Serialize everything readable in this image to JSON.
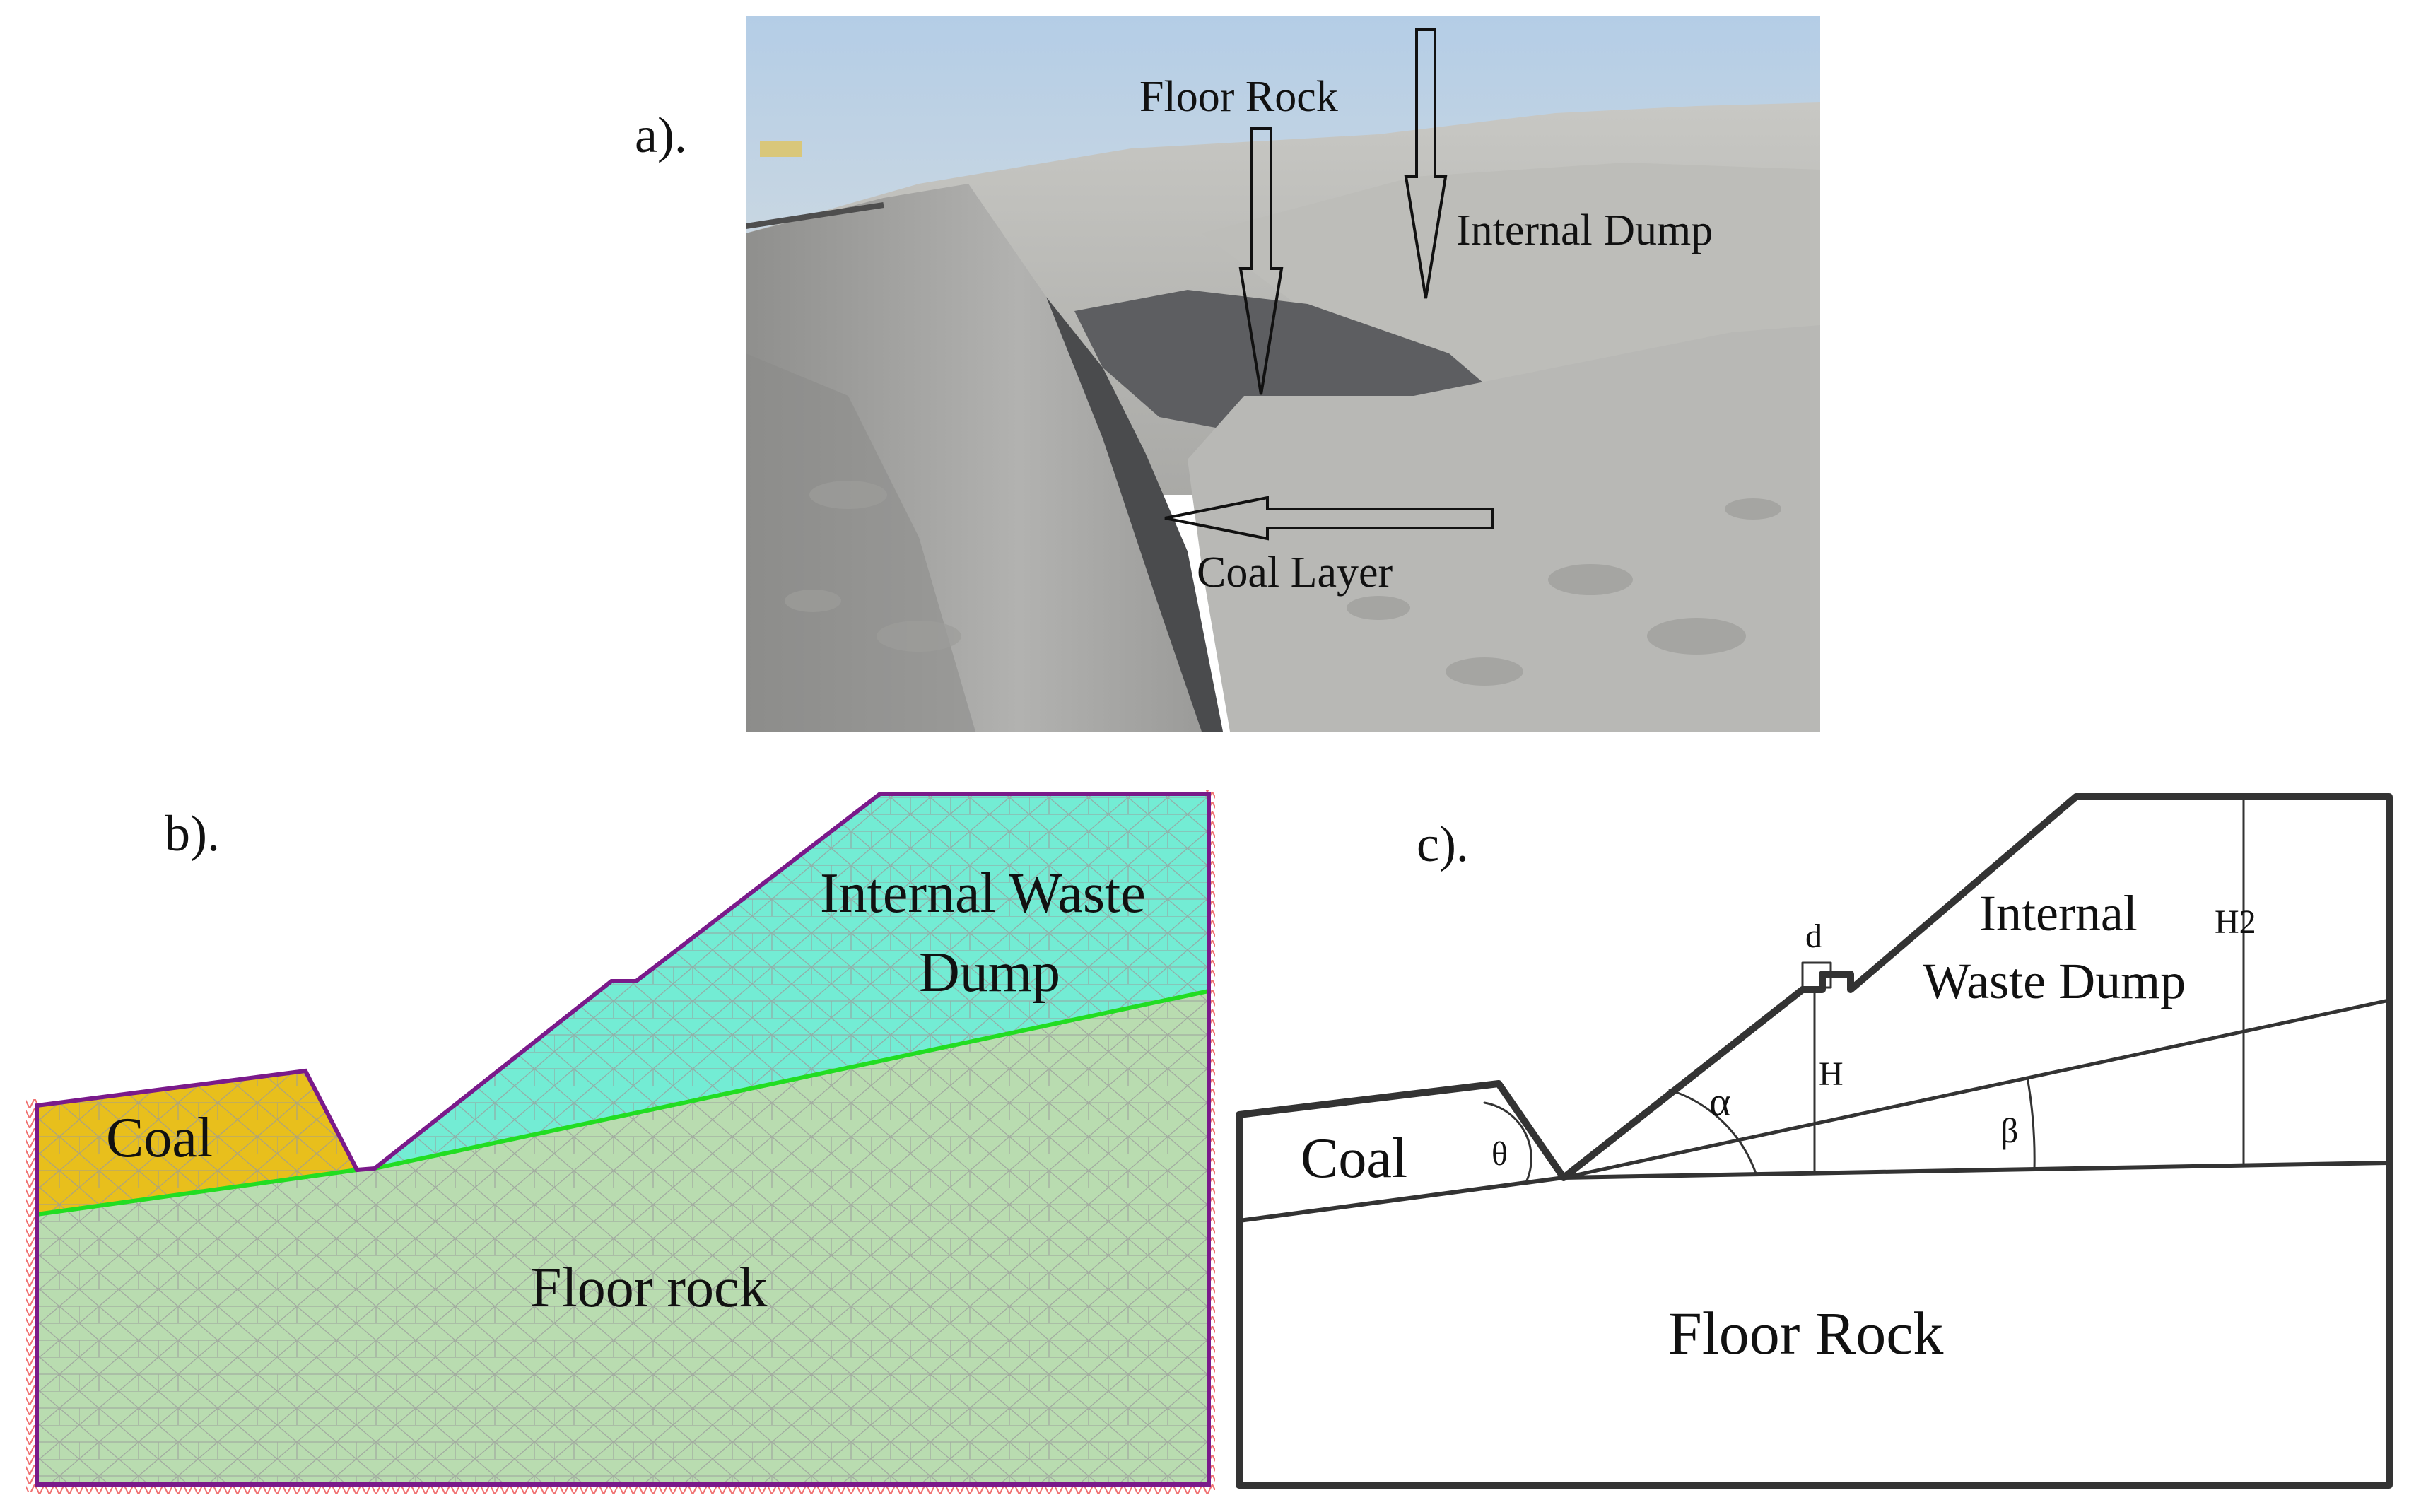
{
  "panel_a": {
    "label": "a).",
    "annotations": {
      "floor_rock": "Floor Rock",
      "internal_dump": "Internal Dump",
      "coal_layer": "Coal Layer"
    }
  },
  "panel_b": {
    "label": "b).",
    "regions": {
      "coal": "Coal",
      "waste_line1": "Internal Waste",
      "waste_line2": "Dump",
      "floor": "Floor rock"
    },
    "colors": {
      "coal": "#e8bf1c",
      "waste": "#73ecd4",
      "floor": "#b9dcb0",
      "boundary": "#22dd22",
      "outline": "#7a1a8a",
      "mesh": "#9a9a9a",
      "support": "#f07070"
    }
  },
  "panel_c": {
    "label": "c).",
    "regions": {
      "coal": "Coal",
      "waste_line1": "Internal",
      "waste_line2": "Waste Dump",
      "floor": "Floor Rock"
    },
    "symbols": {
      "d": "d",
      "H": "H",
      "H2": "H2",
      "alpha": "α",
      "beta": "β",
      "theta": "θ"
    }
  }
}
